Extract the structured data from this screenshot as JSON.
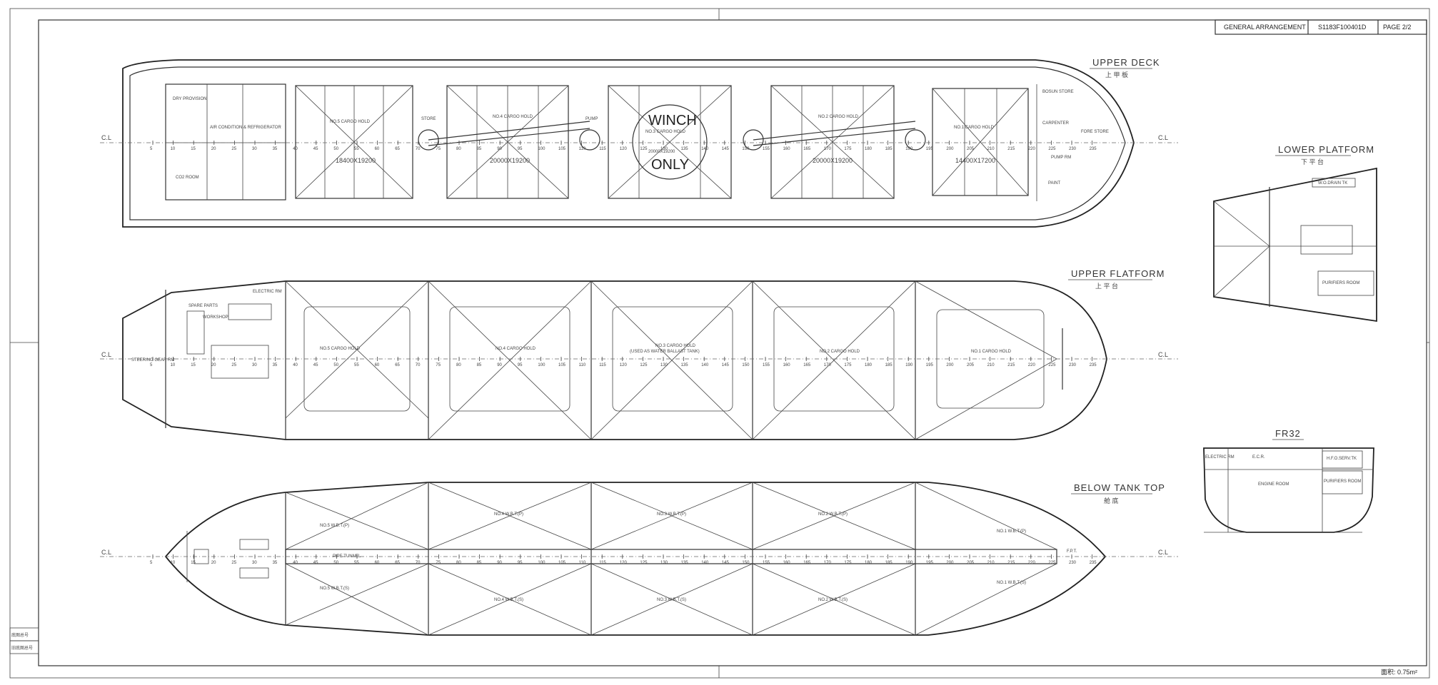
{
  "title_block": {
    "drawing_title": "GENERAL ARRANGEMENT",
    "drawing_number": "S1183F100401D",
    "page": "PAGE 2/2",
    "scale_note": "面积: 0.75m²"
  },
  "side_stamps": [
    "底图总号",
    "旧底图总号"
  ],
  "views": {
    "upper_deck": {
      "title": "UPPER DECK",
      "subtitle": "上 甲 板",
      "winch_line1": "WINCH",
      "winch_line2": "ONLY",
      "cl": "C.L",
      "holds": [
        {
          "name": "NO.5 CARGO HOLD",
          "size": "18400X19200"
        },
        {
          "name": "NO.4 CARGO HOLD",
          "size": "20000X19200"
        },
        {
          "name": "NO.3 CARGO HOLD",
          "size": "20000X19200"
        },
        {
          "name": "NO.2 CARGO HOLD",
          "size": "20000X19200"
        },
        {
          "name": "NO.1 CARGO HOLD",
          "size": "14400X17200"
        }
      ],
      "rooms": [
        "DRY PROVISION",
        "AIR CONDITION & REFRIGERATOR",
        "CO2 ROOM",
        "STORE",
        "PUMP",
        "BOSUN STORE",
        "CARPENTER",
        "FORE STORE",
        "PUMP RM",
        "PAINT"
      ]
    },
    "lower_platform": {
      "title": "LOWER PLATFORM",
      "subtitle": "下 平 台",
      "rooms": [
        "PURIFIERS ROOM",
        "W.O.DRAIN TK"
      ]
    },
    "upper_platform": {
      "title": "UPPER FLATFORM",
      "subtitle": "上 平 台",
      "cl": "C.L",
      "holds": [
        "NO.5 CARGO HOLD",
        "NO.4 CARGO HOLD",
        "NO.3 CARGO HOLD",
        "NO.2 CARGO HOLD",
        "NO.1 CARGO HOLD"
      ],
      "hold3_note": "(USED AS WATER BALLAST TANK)",
      "rooms": [
        "ELECTRIC RM",
        "WORKSHOP",
        "SPARE PARTS",
        "STEERING GEAR RM"
      ]
    },
    "fr32": {
      "title": "FR32",
      "rooms": [
        "ELECTRIC RM",
        "E.C.R.",
        "ENGINE ROOM",
        "PURIFIERS ROOM",
        "H.F.O.SERV.TK"
      ]
    },
    "below_tank_top": {
      "title": "BELOW TANK TOP",
      "subtitle": "舱 底",
      "cl": "C.L",
      "pipe_tunnel": "PIPE TUNNEL",
      "tanks": [
        "NO.5 W.B.T.(P)",
        "NO.4 W.B.T.(P)",
        "NO.3 W.B.T.(P)",
        "NO.2 W.B.T.(P)",
        "NO.1 W.B.T.(P)",
        "NO.5 W.B.T.(S)",
        "NO.4 W.B.T.(S)",
        "NO.3 W.B.T.(S)",
        "NO.2 W.B.T.(S)",
        "NO.1 W.B.T.(S)",
        "F.P.T."
      ]
    }
  },
  "frame_numbers": [
    "5",
    "10",
    "15",
    "20",
    "25",
    "30",
    "35",
    "40",
    "45",
    "50",
    "55",
    "60",
    "65",
    "70",
    "75",
    "80",
    "85",
    "90",
    "95",
    "100",
    "105",
    "110",
    "115",
    "120",
    "125",
    "130",
    "135",
    "140",
    "145",
    "150",
    "155",
    "160",
    "165",
    "170",
    "175",
    "180",
    "185",
    "190",
    "195",
    "200",
    "205",
    "210",
    "215",
    "220",
    "225",
    "230",
    "235"
  ]
}
